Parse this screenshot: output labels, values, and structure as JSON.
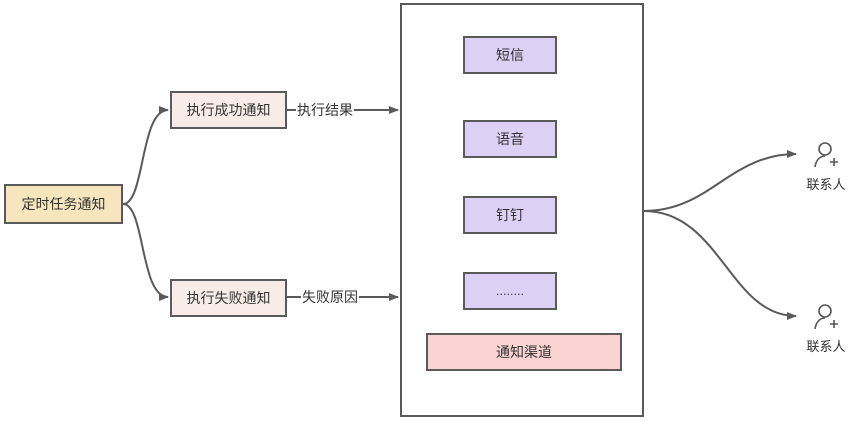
{
  "diagram": {
    "root": {
      "label": "定时任务通知",
      "color": "#f7e6bd"
    },
    "branches": [
      {
        "label": "执行成功通知",
        "edge_label": "执行结果",
        "color": "#f8ece8"
      },
      {
        "label": "执行失败通知",
        "edge_label": "失败原因",
        "color": "#f8ece8"
      }
    ],
    "channels": {
      "items": [
        {
          "label": "短信"
        },
        {
          "label": "语音"
        },
        {
          "label": "钉钉"
        },
        {
          "label": "........"
        }
      ],
      "item_color": "#dcd0f5",
      "group_label": "通知渠道",
      "group_color": "#f9d4d2"
    },
    "contacts": [
      {
        "label": "联系人",
        "icon": "add-user-icon"
      },
      {
        "label": "联系人",
        "icon": "add-user-icon"
      }
    ],
    "line_color": "#5a5a5a"
  }
}
